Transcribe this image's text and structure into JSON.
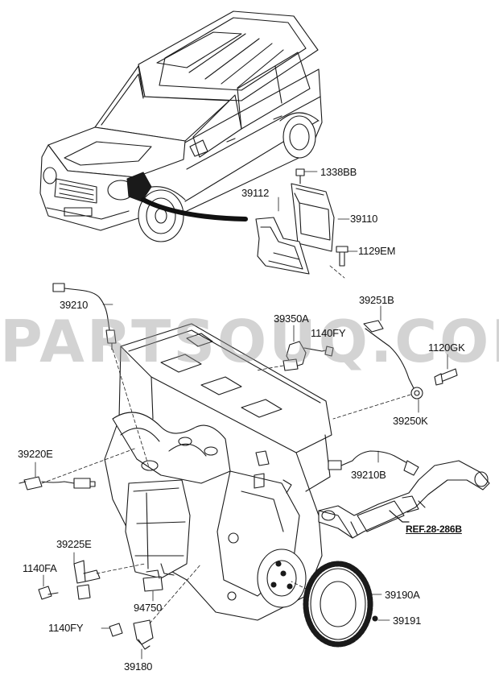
{
  "diagram": {
    "watermark": "PARTSOUQ.COM",
    "part_labels": {
      "p1338BB": "1338BB",
      "p39112": "39112",
      "p39110": "39110",
      "p1129EM": "1129EM",
      "p39210": "39210",
      "p39251B": "39251B",
      "p39350A": "39350A",
      "p1140FY_top": "1140FY",
      "p1120GK": "1120GK",
      "p39250K": "39250K",
      "p39220E": "39220E",
      "p39210B": "39210B",
      "ref": "REF.28-286B",
      "p39225E": "39225E",
      "p1140FA": "1140FA",
      "p94750": "94750",
      "p39190A": "39190A",
      "p39191": "39191",
      "p1140FY_bottom": "1140FY",
      "p39180": "39180"
    },
    "colors": {
      "line": "#1a1a1a",
      "watermark": "#969696"
    }
  }
}
